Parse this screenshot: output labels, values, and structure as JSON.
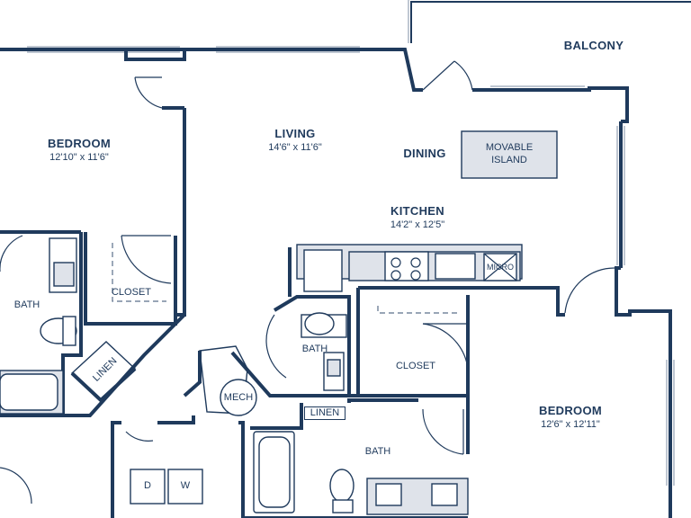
{
  "rooms": {
    "balcony": {
      "name": "BALCONY"
    },
    "bedroom1": {
      "name": "BEDROOM",
      "dims": "12'10\" x 11'6\""
    },
    "living": {
      "name": "LIVING",
      "dims": "14'6\" x 11'6\""
    },
    "dining": {
      "name": "DINING"
    },
    "island": {
      "line1": "MOVABLE",
      "line2": "ISLAND"
    },
    "kitchen": {
      "name": "KITCHEN",
      "dims": "14'2\" x 12'5\""
    },
    "bath1": {
      "name": "BATH"
    },
    "closet1": {
      "name": "CLOSET"
    },
    "linen1": {
      "name": "LINEN"
    },
    "bath2": {
      "name": "BATH"
    },
    "mech": {
      "name": "MECH"
    },
    "closet2": {
      "name": "CLOSET"
    },
    "linen2": {
      "name": "LINEN"
    },
    "bath3": {
      "name": "BATH"
    },
    "bedroom2": {
      "name": "BEDROOM",
      "dims": "12'6\" x 12'11\""
    },
    "micro": {
      "name": "MICRO"
    },
    "dryer": {
      "name": "D"
    },
    "washer": {
      "name": "W"
    }
  },
  "colors": {
    "wall": "#1f3a5c",
    "fixture": "#dfe3ea"
  }
}
